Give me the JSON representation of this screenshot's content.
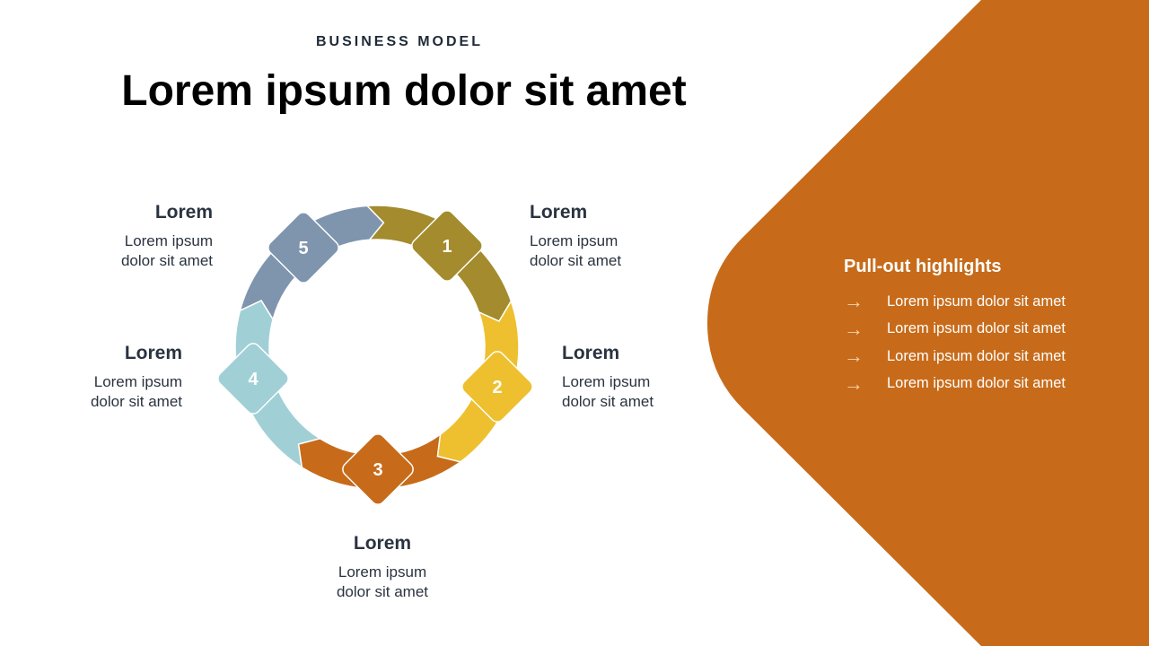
{
  "header": {
    "eyebrow": "BUSINESS MODEL",
    "title": "Lorem ipsum dolor sit amet"
  },
  "colors": {
    "accent": "#C76B1A",
    "olive": "#A38B2E",
    "yellow": "#EEC02F",
    "lightblue": "#A0D0D6",
    "slate": "#7F95AE"
  },
  "cycle": [
    {
      "num": "1",
      "heading": "Lorem",
      "text1": "Lorem ipsum",
      "text2": "dolor sit amet",
      "color": "#A38B2E"
    },
    {
      "num": "2",
      "heading": "Lorem",
      "text1": "Lorem ipsum",
      "text2": "dolor sit amet",
      "color": "#EEC02F"
    },
    {
      "num": "3",
      "heading": "Lorem",
      "text1": "Lorem ipsum",
      "text2": "dolor sit amet",
      "color": "#C76B1A"
    },
    {
      "num": "4",
      "heading": "Lorem",
      "text1": "Lorem ipsum",
      "text2": "dolor sit amet",
      "color": "#A0D0D6"
    },
    {
      "num": "5",
      "heading": "Lorem",
      "text1": "Lorem ipsum",
      "text2": "dolor sit amet",
      "color": "#7F95AE"
    }
  ],
  "highlights": {
    "title": "Pull-out highlights",
    "icon": "arrow-right-icon",
    "items": [
      "Lorem ipsum dolor sit amet",
      "Lorem ipsum dolor sit amet",
      "Lorem ipsum dolor sit amet",
      "Lorem ipsum dolor sit amet"
    ]
  }
}
